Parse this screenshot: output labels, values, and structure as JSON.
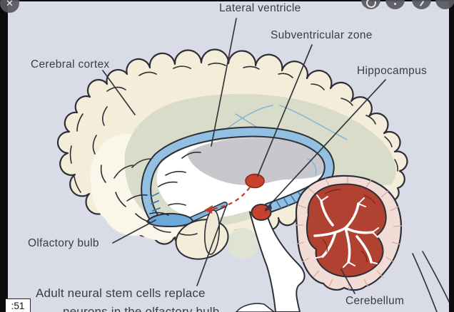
{
  "viewer": {
    "close_glyph": "✕",
    "timestamp": ":51",
    "toolbar_icons": [
      "curved-arrow-icon",
      "dots-icon",
      "tick-icon",
      "clipped-icon"
    ]
  },
  "diagram": {
    "labels": {
      "lateral_ventricle": "Lateral ventricle",
      "subventricular_zone": "Subventricular zone",
      "cerebral_cortex": "Cerebral cortex",
      "hippocampus": "Hippocampus",
      "olfactory_bulb": "Olfactory bulb",
      "cerebellum": "Cerebellum"
    },
    "caption": {
      "line1": "Adult neural stem cells replace",
      "line2": "neurons in the olfactory bulb"
    },
    "markers": {
      "subventricular_zone_dot": "red oval marker on lateral ventricle wall",
      "hippocampus_dot": "red oval marker at hippocampus",
      "migration_arrow": "red dashed arrow from subventricular zone toward olfactory bulb"
    },
    "colors": {
      "background": "#d9dbe7",
      "cortex_cream": "#f3edd9",
      "inner_pale": "#faf6ea",
      "white_matter_sage": "#d9dcc9",
      "ventricle_band_blue": "#92c0e2",
      "olfactory_blue": "#6aa9da",
      "thalamus_gray": "#c7c7cc",
      "cerebellum_outer_pink": "#f2dcd6",
      "cerebellum_red": "#b14130",
      "marker_red": "#c8402e",
      "dashed_red": "#c13a2c",
      "outline": "#2e2e36",
      "label_text": "#3b3c44"
    }
  }
}
